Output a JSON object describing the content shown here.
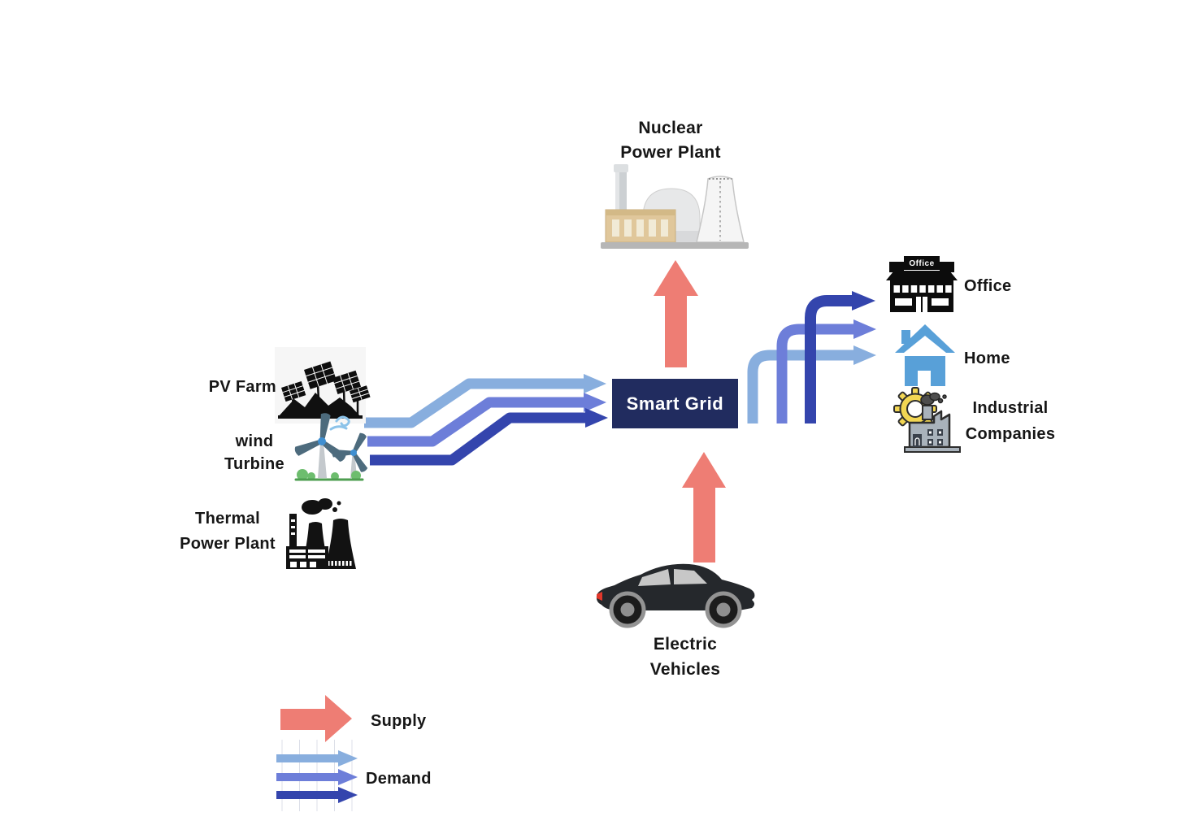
{
  "colors": {
    "supply": "#ee7d74",
    "demand_light": "#88aede",
    "demand_mid": "#6d7ed9",
    "demand_dark": "#3445ad",
    "smart_grid_bg": "#212c5f",
    "smart_grid_text": "#ffffff",
    "home_blue": "#58a0d8",
    "gear_yellow": "#f2d653",
    "label_text": "#161616",
    "gridline": "#dcdfe8"
  },
  "nodes": {
    "nuclear": {
      "label": "Nuclear\nPower Plant",
      "role": "plant",
      "icon": "nuclear-power-plant-icon"
    },
    "pv_farm": {
      "label": "PV Farm",
      "role": "source",
      "icon": "pv-farm-icon"
    },
    "wind_turbine": {
      "label": "wind\nTurbine",
      "role": "source",
      "icon": "wind-turbine-icon"
    },
    "thermal": {
      "label": "Thermal\nPower Plant",
      "role": "source",
      "icon": "thermal-power-plant-icon"
    },
    "smart_grid": {
      "label": "Smart Grid",
      "role": "hub"
    },
    "office": {
      "label": "Office",
      "role": "consumer",
      "icon": "office-icon"
    },
    "home": {
      "label": "Home",
      "role": "consumer",
      "icon": "home-icon"
    },
    "industrial": {
      "label": "Industrial\nCompanies",
      "role": "consumer",
      "icon": "industrial-companies-icon"
    },
    "ev": {
      "label": "Electric\nVehicles",
      "role": "vehicle",
      "icon": "electric-vehicle-icon"
    }
  },
  "icons": {
    "office_sign_text": "Office"
  },
  "legend": {
    "supply_label": "Supply",
    "demand_label": "Demand"
  },
  "edges": [
    {
      "from": "smart_grid",
      "to": "nuclear",
      "type": "supply"
    },
    {
      "from": "ev",
      "to": "smart_grid",
      "type": "supply"
    },
    {
      "from": "pv_farm",
      "to": "smart_grid",
      "type": "demand"
    },
    {
      "from": "wind_turbine",
      "to": "smart_grid",
      "type": "demand"
    },
    {
      "from": "thermal",
      "to": "smart_grid",
      "type": "demand"
    },
    {
      "from": "smart_grid",
      "to": "office",
      "type": "demand"
    },
    {
      "from": "smart_grid",
      "to": "home",
      "type": "demand"
    },
    {
      "from": "smart_grid",
      "to": "industrial",
      "type": "demand"
    }
  ]
}
